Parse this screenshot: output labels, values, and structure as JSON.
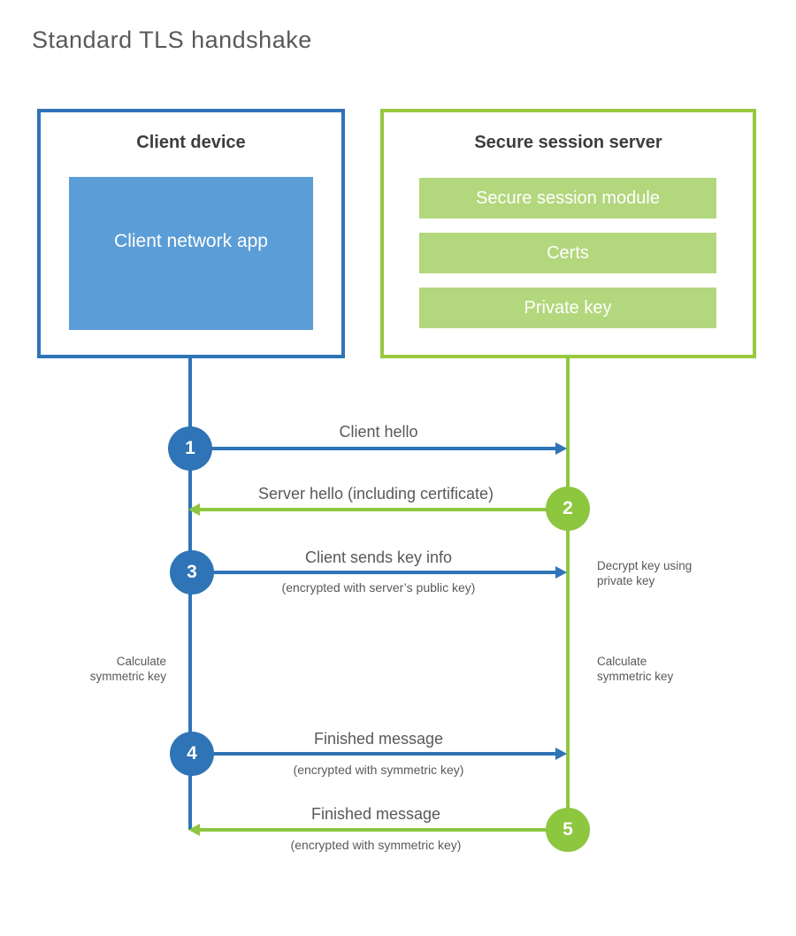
{
  "title": "Standard TLS handshake",
  "client": {
    "heading": "Client device",
    "app_box_label": "Client network app"
  },
  "server": {
    "heading": "Secure session server",
    "modules": [
      "Secure session module",
      "Certs",
      "Private key"
    ]
  },
  "steps": [
    {
      "num": "1",
      "from": "client",
      "label": "Client hello",
      "sub": ""
    },
    {
      "num": "2",
      "from": "server",
      "label": "Server hello (including certificate)",
      "sub": ""
    },
    {
      "num": "3",
      "from": "client",
      "label": "Client sends key info",
      "sub": "(encrypted with server’s public key)"
    },
    {
      "num": "4",
      "from": "client",
      "label": "Finished message",
      "sub": "(encrypted with symmetric key)"
    },
    {
      "num": "5",
      "from": "server",
      "label": "Finished message",
      "sub": "(encrypted with symmetric key)"
    }
  ],
  "side_notes": {
    "decrypt": "Decrypt key using private key",
    "calc_left": "Calculate symmetric key",
    "calc_right": "Calculate symmetric key"
  },
  "colors": {
    "blue_primary": "#2e74b6",
    "blue_fill": "#5b9dd6",
    "green_primary": "#8dc63f",
    "green_border": "#97c83e",
    "green_fill": "#b3d77d",
    "text_gray": "#595959",
    "heading_dark": "#3d3d3d"
  }
}
